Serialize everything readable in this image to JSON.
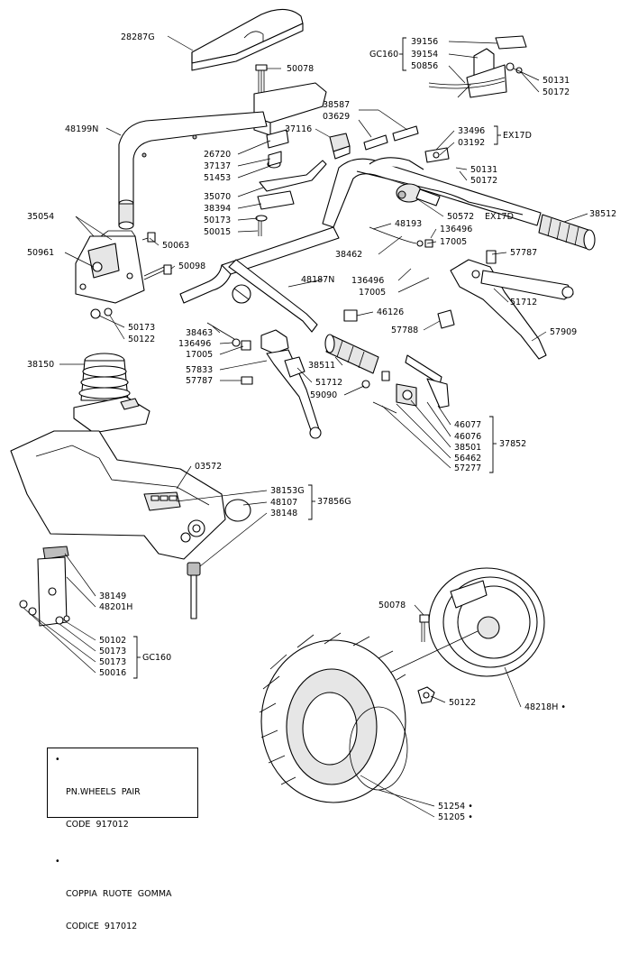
{
  "parts": {
    "p28287G": "28287G",
    "p50078a": "50078",
    "p48199N": "48199N",
    "p26720": "26720",
    "p37137": "37137",
    "p51453": "51453",
    "p37116": "37116",
    "p35070": "35070",
    "p38394": "38394",
    "p50173a": "50173",
    "p50015": "50015",
    "p35054": "35054",
    "p50961": "50961",
    "p50063": "50063",
    "p50098": "50098",
    "p50173b": "50173",
    "p50122a": "50122",
    "p38150": "38150",
    "p39156": "39156",
    "p39154": "39154",
    "p50856": "50856",
    "p50131a": "50131",
    "p50172a": "50172",
    "p38587": "38587",
    "p03629": "03629",
    "p33496": "33496",
    "p03192": "03192",
    "p50131b": "50131",
    "p50172b": "50172",
    "p50572": "50572",
    "p38512": "38512",
    "p48193": "48193",
    "p136496a": "136496",
    "p17005a": "17005",
    "p38462": "38462",
    "p57787a": "57787",
    "p48187N": "48187N",
    "p136496b": "136496",
    "p17005b": "17005",
    "p51712a": "51712",
    "p46126": "46126",
    "p57788": "57788",
    "p57909": "57909",
    "p38463": "38463",
    "p136496c": "136496",
    "p17005c": "17005",
    "p57833": "57833",
    "p57787b": "57787",
    "p38511": "38511",
    "p51712b": "51712",
    "p59090": "59090",
    "p46077": "46077",
    "p46076": "46076",
    "p38501": "38501",
    "p56462": "56462",
    "p57277": "57277",
    "p37852": "37852",
    "p03572": "03572",
    "p38153G": "38153G",
    "p48107": "48107",
    "p38148": "38148",
    "p37856G": "37856G",
    "p38149": "38149",
    "p48201H": "48201H",
    "p50102": "50102",
    "p50173c": "50173",
    "p50173d": "50173",
    "p50016": "50016",
    "p50078b": "50078",
    "p50122b": "50122",
    "p48218H": "48218H •",
    "p51254": "51254 •",
    "p51205": "51205 •"
  },
  "groups": {
    "gc160_top": "GC160",
    "ex17d_a": "EX17D",
    "ex17d_b": "EX17D",
    "gc160_bottom": "GC160"
  },
  "legend": {
    "bullet": "•",
    "items": [
      {
        "line1": "PN.WHEELS  PAIR",
        "line2": "CODE  917012"
      },
      {
        "line1": "COPPIA  RUOTE  GOMMA",
        "line2": "CODICE  917012"
      }
    ]
  }
}
